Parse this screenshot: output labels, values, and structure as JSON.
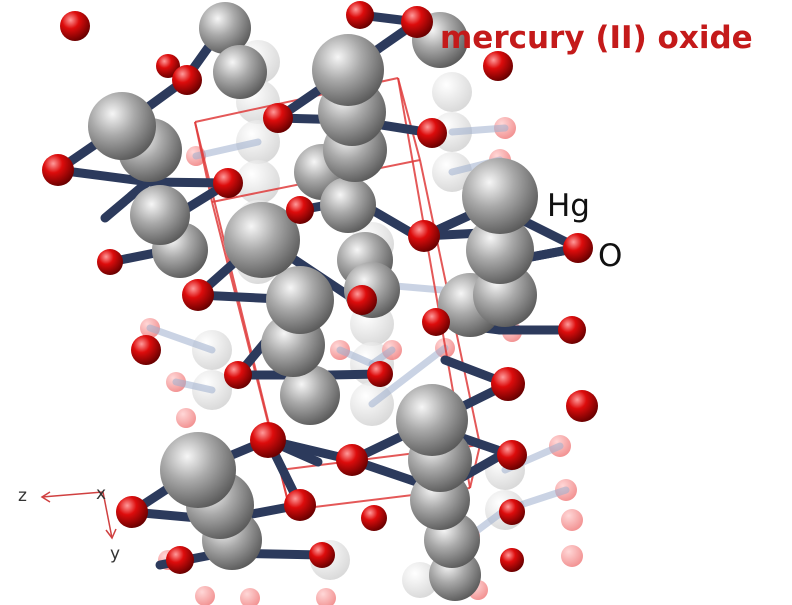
{
  "title": "mercury (II) oxide",
  "labels": {
    "hg": "Hg",
    "o": "O"
  },
  "axes": {
    "z": "z",
    "x": "x",
    "y": "y"
  },
  "colors": {
    "title": "#c41a1a",
    "mercury": "#9a9a9a",
    "oxygen": "#d00000",
    "bond": "#2c3a5c",
    "unit_cell": "#e03c3c",
    "axis": "#d04040"
  },
  "elements": [
    {
      "symbol": "Hg",
      "name": "mercury"
    },
    {
      "symbol": "O",
      "name": "oxygen"
    }
  ]
}
